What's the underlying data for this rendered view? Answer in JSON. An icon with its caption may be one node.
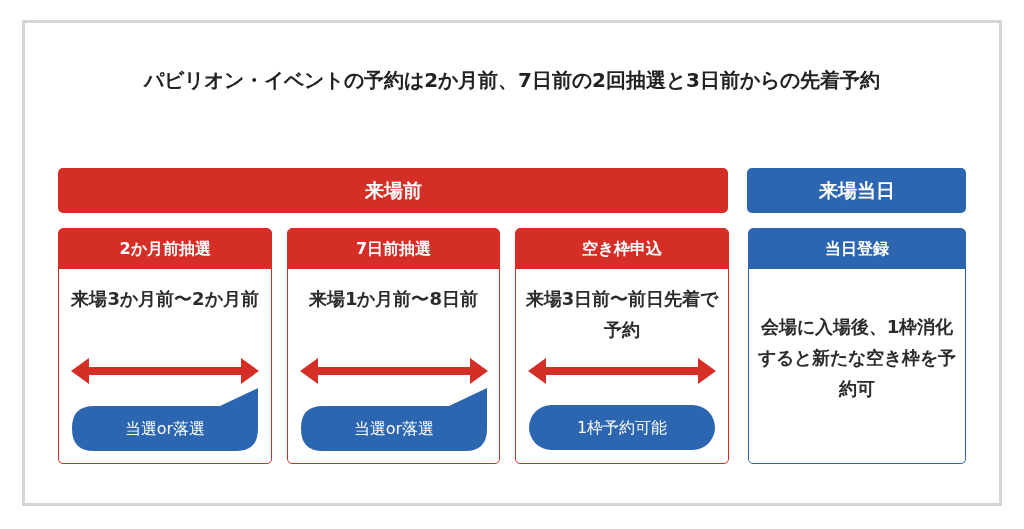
{
  "diagram": {
    "title": "パビリオン・イベントの予約は2か月前、7日前の2回抽選と3日前からの先着予約",
    "nodes": [
      {
        "text": [
          "来場前"
        ]
      },
      {
        "text": [
          "来場当日"
        ]
      },
      {
        "text": [
          "2か月前抽選",
          "来場3か月前〜2か月前"
        ]
      },
      {
        "text": [
          "当選or落選"
        ],
        "in": 2
      },
      {
        "text": [
          "7日前抽選",
          "来場1か月前〜8日前"
        ]
      },
      {
        "text": [
          "当選or落選"
        ],
        "in": 4
      },
      {
        "text": [
          "空き枠申込",
          "来場3日前〜前日先着で予約"
        ]
      },
      {
        "text": [
          "1枠予約可能"
        ],
        "in": 6
      },
      {
        "text": [
          "当日登録",
          "会場に入場後、1枠消化すると新たな空き枠を予約可"
        ]
      }
    ]
  }
}
